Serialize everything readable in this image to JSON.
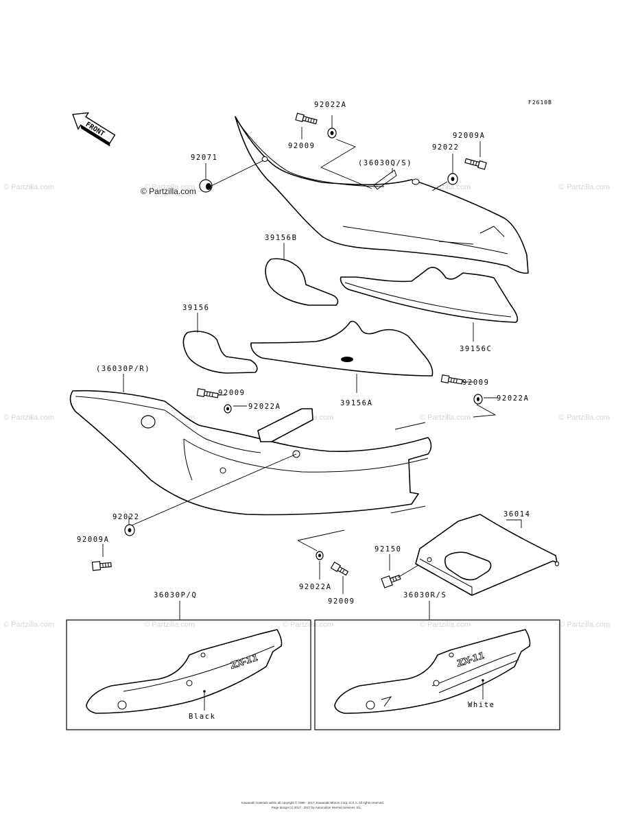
{
  "diagram_code": "F2610B",
  "front_arrow_label": "FRONT",
  "watermark_main": "© Partzilla.com",
  "watermark_faint": "© Partzilla.com",
  "part_labels": {
    "p92022A_top": "92022A",
    "p92009_top": "92009",
    "p92009A_topright": "92009A",
    "p92022_topright": "92022",
    "p92071": "92071",
    "p36030QS": "(36030Q/S)",
    "p39156B": "39156B",
    "p39156": "39156",
    "p39156C": "39156C",
    "p36030PR": "(36030P/R)",
    "p92009_midleft": "92009",
    "p92022A_midleft": "92022A",
    "p39156A": "39156A",
    "p92009_midright": "92009",
    "p92022A_midright": "92022A",
    "p36014": "36014",
    "p92022_low": "92022",
    "p92009A_low": "92009A",
    "p92150": "92150",
    "p92022A_bottom": "92022A",
    "p92009_bottom": "92009",
    "p36030PQ": "36030P/Q",
    "p36030RS": "36030R/S"
  },
  "color_variants": {
    "left_color": "Black",
    "right_color": "White",
    "left_logo": "ZX-11",
    "right_logo": "ZX-11"
  },
  "footer": {
    "line1": "Kawasaki materials within all copyright © 1998 - 2017, Kawasaki Motors Corp. U.S.A. All rights reserved.",
    "line2": "Page design (c) 2017 - 2017 by Automotive Internet Services, Inc."
  }
}
